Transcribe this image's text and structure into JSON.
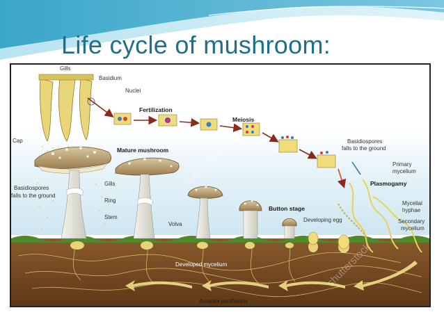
{
  "slide": {
    "title": "Life cycle of mushroom:"
  },
  "diagram": {
    "labels": {
      "gills_top": "Gills",
      "basidium": "Basidium",
      "nuclei": "Nuclei",
      "fertilization": "Fertilization",
      "meiosis": "Meiosis",
      "cap": "Cap",
      "mature_mushroom": "Mature mushroom",
      "gills": "Gills",
      "basidiospores_left_1": "Basidiospores",
      "basidiospores_left_2": "falls to the ground",
      "ring": "Ring",
      "stem": "Stem",
      "volva": "Volva",
      "button_stage": "Button stage",
      "developing_egg": "Developing egg",
      "basidiospores_right_1": "Basidiospores",
      "basidiospores_right_2": "falls to the ground",
      "primary_mycelium_1": "Primary",
      "primary_mycelium_2": "mycelium",
      "plasmogamy": "Plasmogamy",
      "mycelial_hyphae_1": "Mycelial",
      "mycelial_hyphae_2": "hyphae",
      "secondary_mycelium_1": "Secondary",
      "secondary_mycelium_2": "mycelium",
      "developed_mycelium": "Developed mycelium",
      "species": "Amanita pantherina",
      "watermark_1": "shutterstock",
      "watermark_2": "shutterstock",
      "watermark_3": "shutterstock"
    },
    "colors": {
      "title": "#1f6f8b",
      "soil": "#7a4a22",
      "grass": "#4e8a2a",
      "arrow": "#8a2a1a",
      "spore_yellow": "#e8d25a",
      "sky": "#dbeef6"
    }
  }
}
